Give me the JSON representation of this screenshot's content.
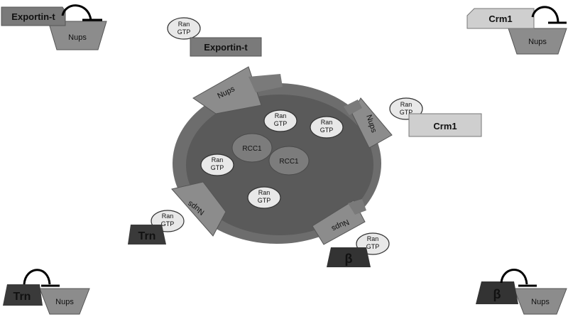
{
  "labels": {
    "exportin_t": "Exportin-t",
    "crm1": "Crm1",
    "nups": "Nups",
    "trn": "Trn",
    "beta": "β",
    "ran": "Ran",
    "gtp": "GTP",
    "rcc1": "RCC1"
  },
  "colors": {
    "nucleus_outer": "#6d6d6d",
    "nucleus_inner": "#5a5a5a",
    "nups": "#8c8c8c",
    "exportin_t": "#7a7a7a",
    "crm1": "#cfcfcf",
    "trn": "#3a3a3a",
    "beta": "#333333",
    "ran_gtp": "#e8e8e8",
    "rcc1": "#7c7c7c"
  }
}
